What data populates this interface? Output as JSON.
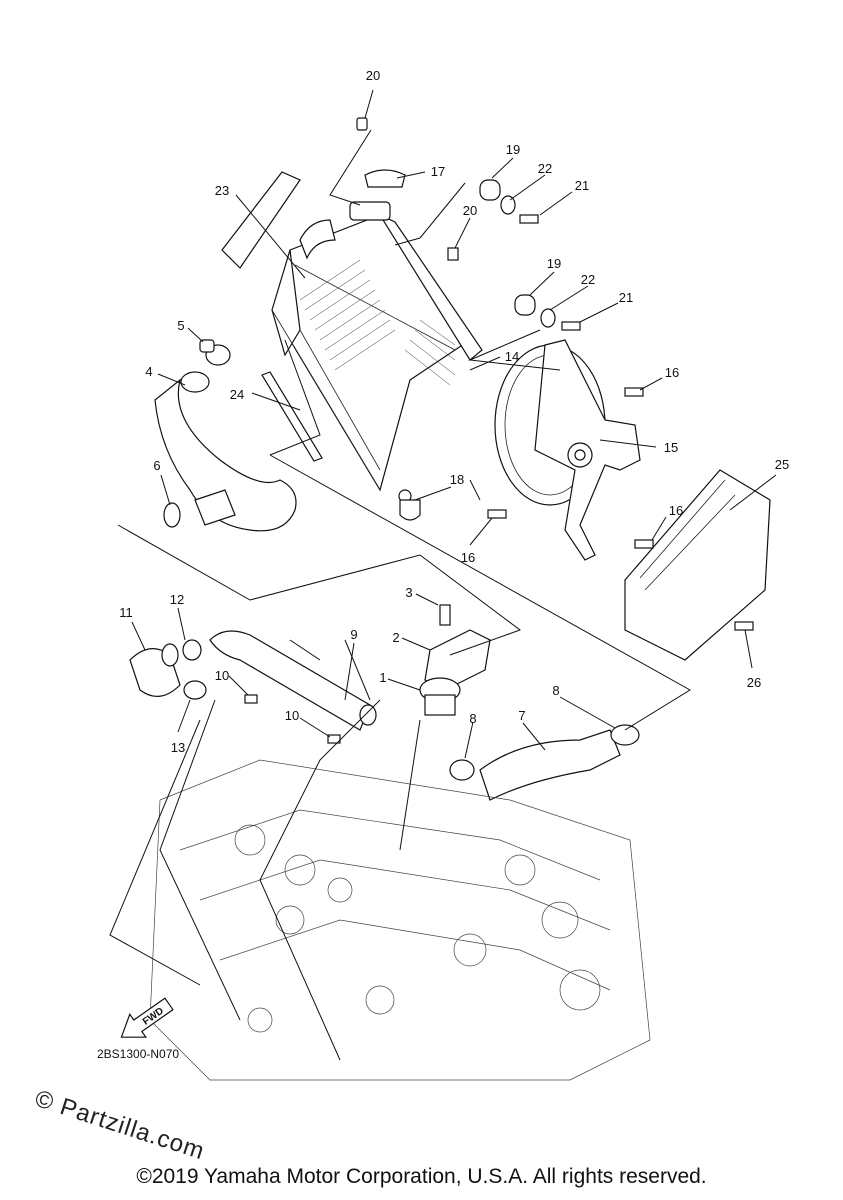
{
  "callouts": [
    "20",
    "17",
    "19",
    "22",
    "21",
    "23",
    "20",
    "19",
    "22",
    "21",
    "5",
    "14",
    "4",
    "24",
    "16",
    "15",
    "6",
    "18",
    "25",
    "16",
    "16",
    "3",
    "11",
    "12",
    "9",
    "2",
    "1",
    "10",
    "8",
    "7",
    "13",
    "10",
    "8",
    "26"
  ],
  "diagram_code": "2BS1300-N070",
  "fwd_label": "FWD",
  "watermark": "© Partzilla.com",
  "copyright": "©2019 Yamaha Motor Corporation, U.S.A. All rights reserved."
}
